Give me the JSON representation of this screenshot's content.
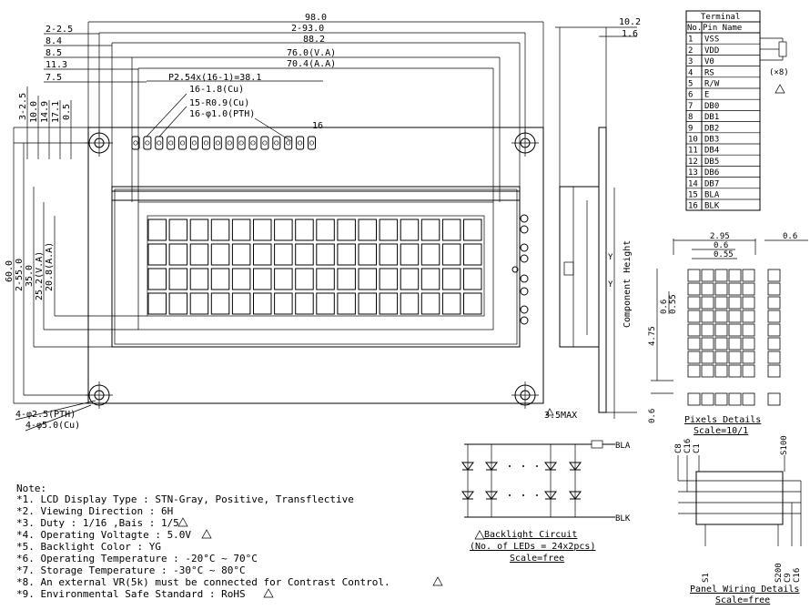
{
  "dims": {
    "outline_w": "98.0",
    "pcb_hole_w": "2-93.0",
    "bezel_w": "88.2",
    "va_w": "76.0(V.A)",
    "aa_w": "70.4(A.A)",
    "left_2_5": "2-2.5",
    "left_8_4": "8.4",
    "left_8_5": "8.5",
    "left_11_3": "11.3",
    "left_7_5": "7.5",
    "pitch": "P2.54x(16-1)=38.1",
    "pad_cu": "16-1.8(Cu)",
    "pad_r": "15-R0.9(Cu)",
    "pad_pth": "16-φ1.0(PTH)",
    "pin16": "16",
    "thickness_total": "10.2",
    "thickness_pcb": "1.6",
    "v_2_5": "3-2.5",
    "v_10": "10.0",
    "v_14_9": "14.9",
    "v_17_1": "17.1",
    "v_0_5": "0.5",
    "height": "60.0",
    "holes_h": "2-55.0",
    "bezel_h": "35.0",
    "va_h": "25.2(V.A)",
    "aa_h": "20.8(A.A)",
    "hole_pth": "4-φ2.5(PTH)",
    "hole_cu": "4-φ5.0(Cu)",
    "max_h": "3.5MAX",
    "component_height": "Component Height"
  },
  "terminal": {
    "title": "Terminal",
    "col_no": "No.",
    "col_pin": "Pin Name",
    "rows": [
      {
        "no": "1",
        "name": "VSS"
      },
      {
        "no": "2",
        "name": "VDD"
      },
      {
        "no": "3",
        "name": "V0"
      },
      {
        "no": "4",
        "name": "RS"
      },
      {
        "no": "5",
        "name": "R/W"
      },
      {
        "no": "6",
        "name": "E"
      },
      {
        "no": "7",
        "name": "DB0"
      },
      {
        "no": "8",
        "name": "DB1"
      },
      {
        "no": "9",
        "name": "DB2"
      },
      {
        "no": "10",
        "name": "DB3"
      },
      {
        "no": "11",
        "name": "DB4"
      },
      {
        "no": "12",
        "name": "DB5"
      },
      {
        "no": "13",
        "name": "DB6"
      },
      {
        "no": "14",
        "name": "DB7"
      },
      {
        "no": "15",
        "name": "BLA"
      },
      {
        "no": "16",
        "name": "BLK"
      }
    ],
    "vr_note": "(×8)"
  },
  "pixels": {
    "w": "2.95",
    "pitch": "0.6",
    "dot": "0.55",
    "right": "0.6",
    "h": "4.75",
    "v_pitch": "0.6",
    "v_dot": "0.55",
    "bottom": "0.6",
    "title": "Pixels Details",
    "scale": "Scale=10/1"
  },
  "backlight": {
    "bla": "BLA",
    "blk": "BLK",
    "title": "Backlight Circuit",
    "sub": "(No. of LEDs = 24x2pcs)",
    "scale": "Scale=free"
  },
  "wiring": {
    "com8": "C8",
    "com16": "C16",
    "com1": "C1",
    "s100": "S100",
    "s1": "S1",
    "s200": "S200",
    "c9": "C9",
    "c16b": "C16",
    "title": "Panel Wiring Details",
    "scale": "Scale=free"
  },
  "notes": {
    "title": "Note:",
    "items": [
      "*1. LCD Display Type : STN-Gray, Positive, Transflective",
      "*2. Viewing Direction : 6H",
      "*3. Duty : 1/16 ,Bais : 1/5",
      "*4. Operating Voltagte : 5.0V",
      "*5. Backlight Color : YG",
      "*6. Operating Temperature : -20°C ~ 70°C",
      "*7. Storage Temperature : -30°C ~ 80°C",
      "*8. An external VR(5k) must be connected for Contrast Control.",
      "*9. Environmental Safe Standard : RoHS"
    ]
  }
}
